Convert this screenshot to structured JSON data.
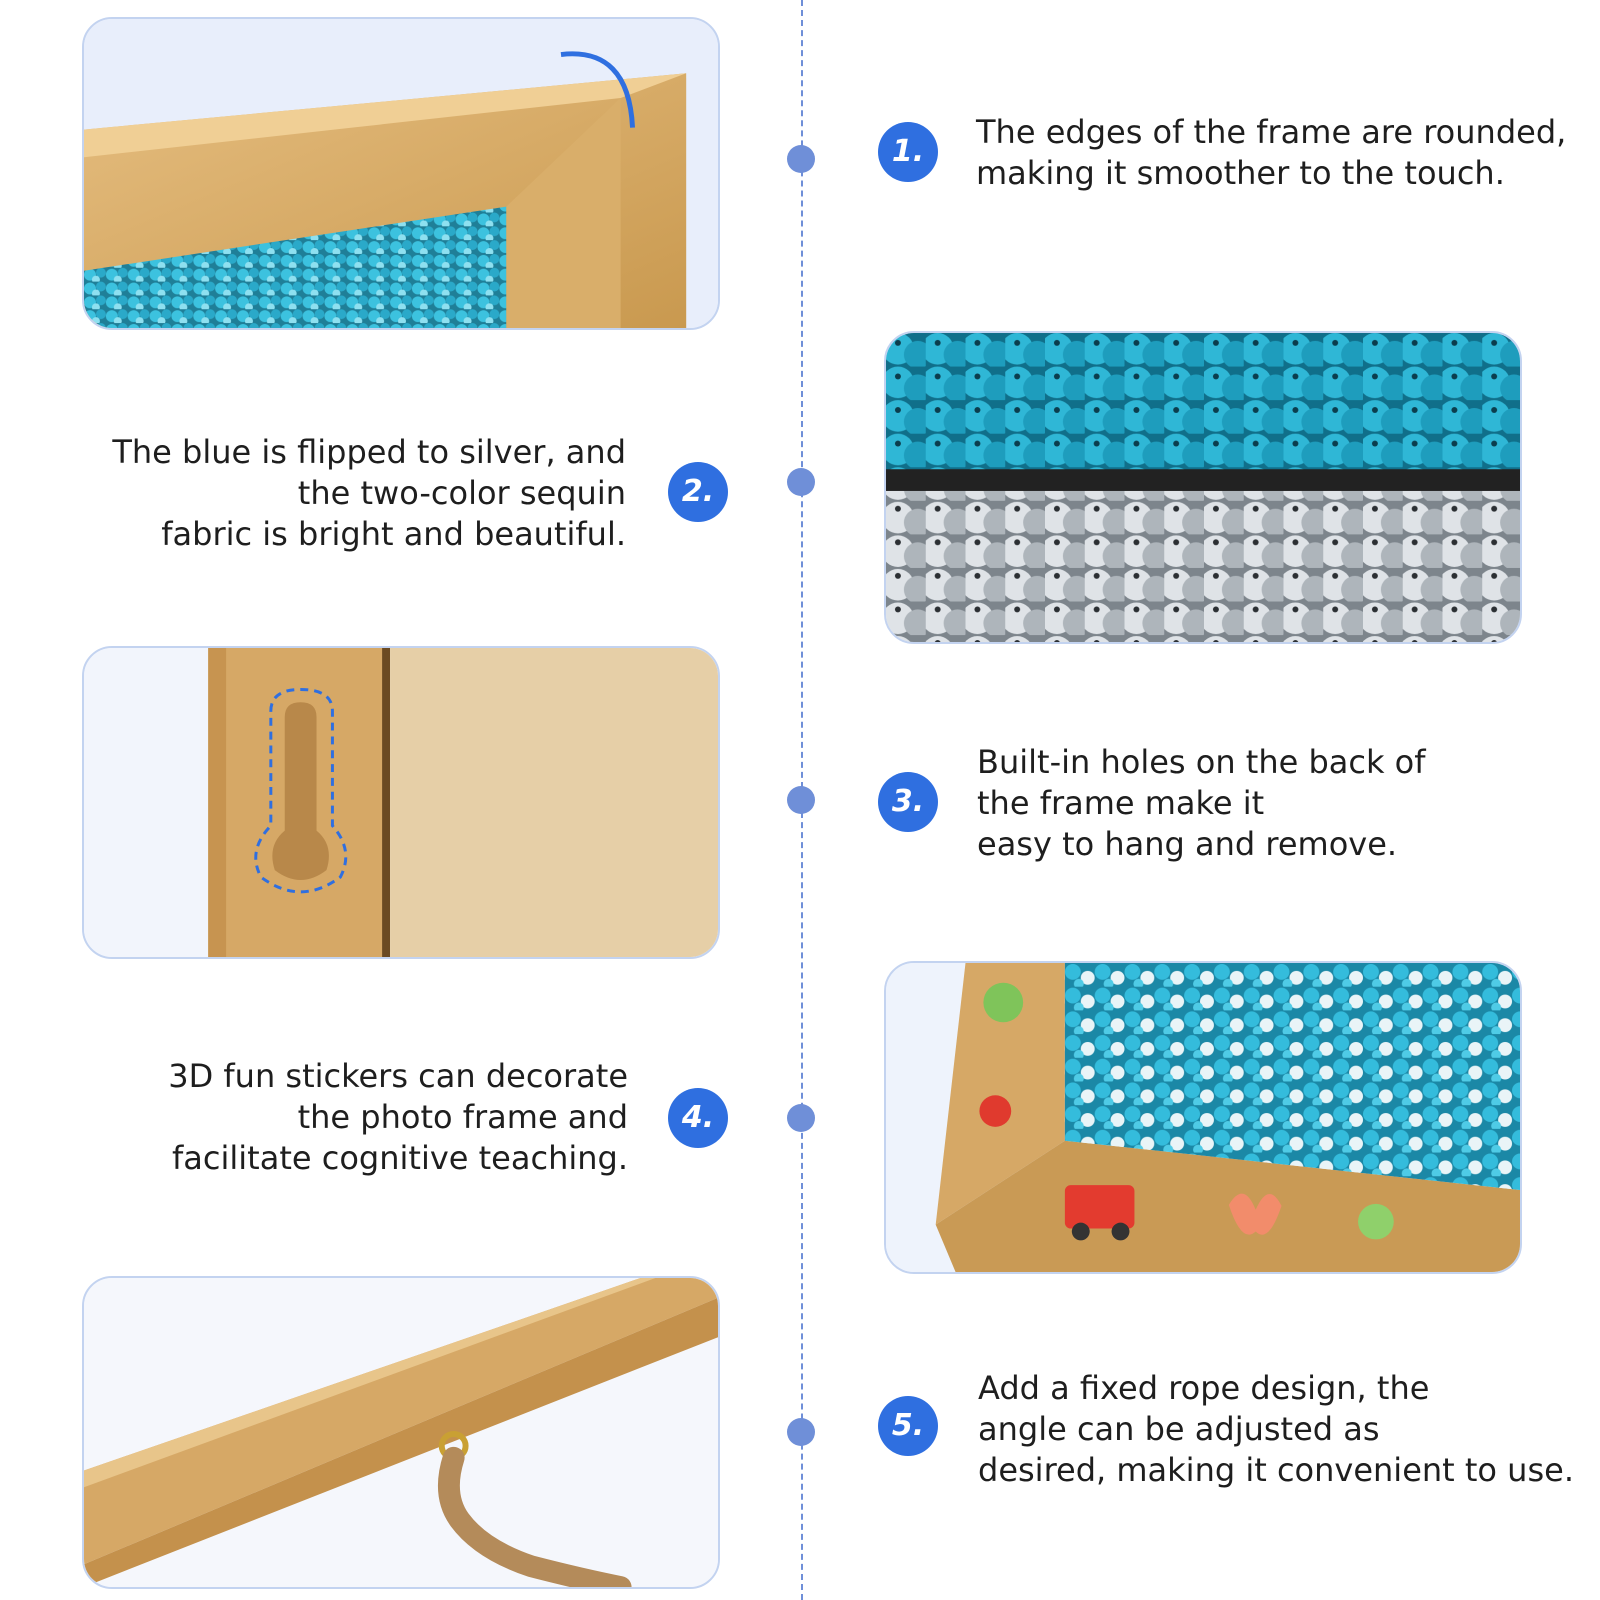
{
  "features": [
    {
      "number": "1.",
      "lines": [
        "The edges of the frame are rounded,",
        "making it smoother to the touch."
      ],
      "photo_icon": "rounded-frame-corner-photo"
    },
    {
      "number": "2.",
      "lines": [
        "The blue is flipped to silver, and",
        "the two-color sequin",
        "fabric is bright and beautiful."
      ],
      "photo_icon": "sequin-fabric-closeup-photo"
    },
    {
      "number": "3.",
      "lines": [
        "Built-in holes on the back of",
        "the frame make it",
        "easy to hang and remove."
      ],
      "photo_icon": "keyhole-hanger-photo"
    },
    {
      "number": "4.",
      "lines": [
        "3D fun stickers can decorate",
        "the photo frame and",
        "facilitate cognitive teaching."
      ],
      "photo_icon": "sticker-frame-photo"
    },
    {
      "number": "5.",
      "lines": [
        "Add a fixed rope design, the",
        "angle can be adjusted as",
        "desired, making it convenient to use."
      ],
      "photo_icon": "rope-hook-photo"
    }
  ],
  "colors": {
    "accent": "#2f6fe0",
    "timeline": "#6f8fd8",
    "card_border": "#c3d3f0",
    "bamboo": "#d4a968",
    "sequin_blue": "#2aa9c9",
    "sequin_silver": "#c9ced3"
  }
}
